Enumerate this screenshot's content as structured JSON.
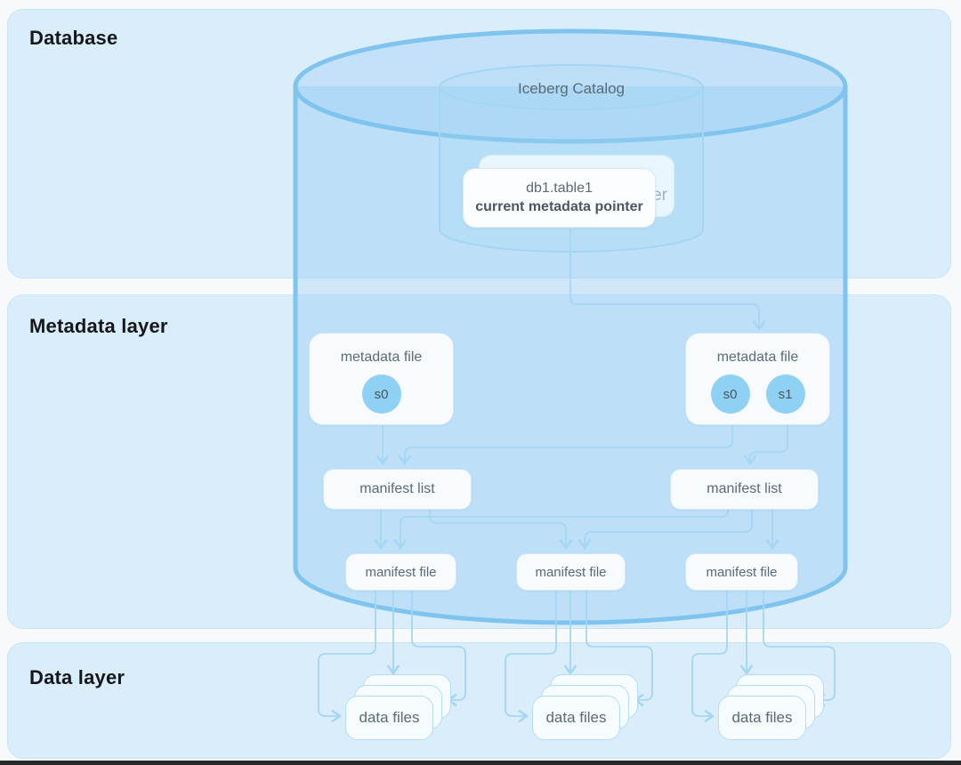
{
  "layers": {
    "database": {
      "label": "Database"
    },
    "metadata": {
      "label": "Metadata layer"
    },
    "data": {
      "label": "Data layer"
    }
  },
  "catalog": {
    "label": "Iceberg Catalog",
    "back_card_visible_text": "er",
    "pointer_card": {
      "line1": "db1.table1",
      "line2": "current metadata pointer"
    }
  },
  "metadata_files": [
    {
      "label": "metadata file",
      "snapshots": [
        "s0"
      ]
    },
    {
      "label": "metadata file",
      "snapshots": [
        "s0",
        "s1"
      ]
    }
  ],
  "manifest_lists": [
    {
      "label": "manifest list"
    },
    {
      "label": "manifest list"
    }
  ],
  "manifest_files": [
    {
      "label": "manifest file"
    },
    {
      "label": "manifest file"
    },
    {
      "label": "manifest file"
    }
  ],
  "data_file_stacks": [
    {
      "label": "data files"
    },
    {
      "label": "data files"
    },
    {
      "label": "data files"
    }
  ],
  "colors": {
    "page_bg": "#f7f9fa",
    "panel_fill": "#daedfb",
    "panel_border": "#c9e4f7",
    "cylinder_stroke": "#7fc4ee",
    "cylinder_fill": "#8dcbf4",
    "catalog_stroke": "#a3d6f3",
    "connector": "#a5d6f3",
    "node_fill": "#f7fbfe",
    "node_border": "#cfe7f8",
    "node_text": "#5d6a74",
    "heading_text": "#15171a",
    "snapshot_circle": "#8ed1f4",
    "bottom_bar": "#27282b"
  }
}
